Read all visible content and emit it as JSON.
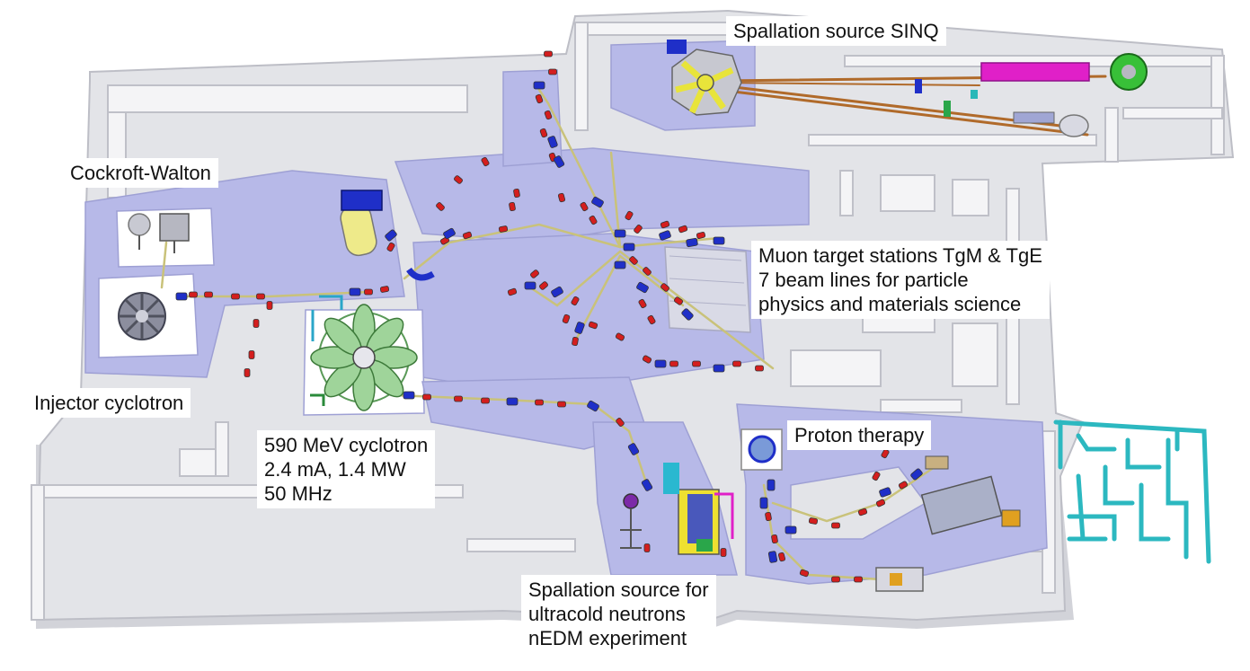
{
  "colors": {
    "floor": "#e3e4e8",
    "wall_top": "#f4f4f6",
    "wall_side": "#c5c6ce",
    "tunnel": "#b7b9e8",
    "beam_pipe": "#c9c27a",
    "magnet_red": "#d41e1e",
    "magnet_blue": "#1f2fc8",
    "cyclotron_green": "#9fd49a",
    "teal_walls": "#2cb8c0",
    "magenta": "#e020c8"
  },
  "icons": [
    "cyclotron-icon",
    "beam-line-icon",
    "dipole-magnet-icon",
    "quadrupole-magnet-icon",
    "target-station-icon"
  ],
  "labels": {
    "sinq": "Spallation source SINQ",
    "cockcroft": "Cockroft-Walton",
    "muon": [
      "Muon target stations TgM & TgE",
      "7 beam lines for particle",
      "physics and materials science"
    ],
    "injector": "Injector cyclotron",
    "main_cyclotron": [
      "590 MeV cyclotron",
      "2.4 mA, 1.4 MW",
      "50 MHz"
    ],
    "therapy": "Proton therapy",
    "ucn": [
      "Spallation source for",
      "ultracold neutrons",
      "nEDM experiment"
    ]
  }
}
